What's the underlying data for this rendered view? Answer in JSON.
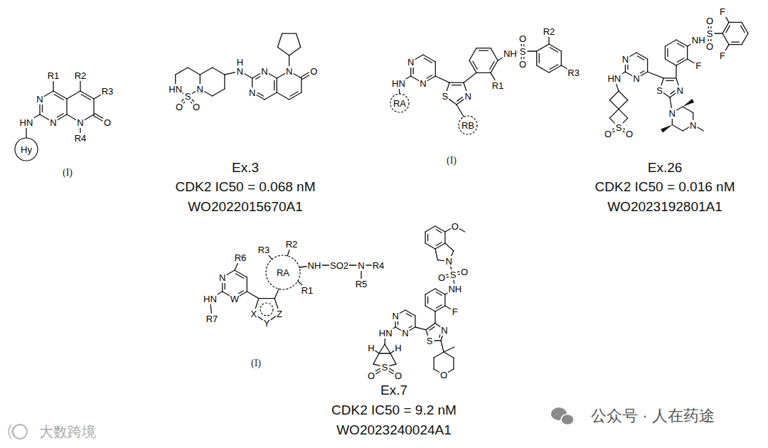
{
  "diagram": {
    "labels": [
      "N",
      "N",
      "N",
      "R1",
      "R2",
      "R3",
      "O",
      "R4",
      "HN",
      "Hy",
      "(I)",
      "N",
      "S",
      "HN",
      "O",
      "O",
      "N",
      "H",
      "N",
      "N",
      "N",
      "O",
      "Ex.3",
      "CDK2 IC50 = 0.068 nM",
      "WO2022015670A1",
      "N",
      "N",
      "HN",
      "RA",
      "S",
      "N",
      "RB",
      "R1",
      "NH",
      "S",
      "O",
      "O",
      "R2",
      "R3",
      "(I)",
      "N",
      "N",
      "HN",
      "S",
      "O",
      "O",
      "S",
      "N",
      "N",
      "N",
      "F",
      "NH",
      "S",
      "O",
      "O",
      "F",
      "F",
      "Ex.26",
      "CDK2 IC50 = 0.016 nM",
      "WO2023192801A1",
      "W",
      "N",
      "HN",
      "R7",
      "R6",
      "Z",
      "Y",
      "X",
      "RA",
      "R1",
      "NH",
      "SO2",
      "N",
      "R4",
      "R5",
      "R2",
      "R3",
      "(I)",
      "N",
      "O",
      "S",
      "O",
      "O",
      "NH",
      "F",
      "N",
      "S",
      "O",
      "N",
      "N",
      "HN",
      "S",
      "H",
      "H",
      "O",
      "O",
      "Ex.7",
      "CDK2 IC50 = 9.2 nM",
      "WO2023240024A1",
      "公众号 · 人在药途",
      "大数跨境"
    ]
  }
}
